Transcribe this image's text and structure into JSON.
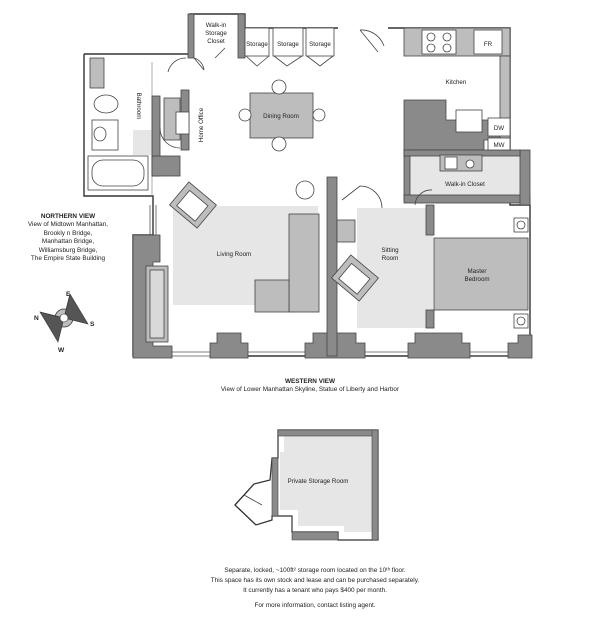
{
  "rooms": {
    "walk_in_storage_closet": [
      "Walk-in",
      "Storage",
      "Closet"
    ],
    "storage": "Storage",
    "fr": "FR",
    "kitchen": "Kitchen",
    "dw": "DW",
    "mw": "MW",
    "dining_room": "Dining Room",
    "bathroom": "Bathroom",
    "home_office": "Home Office",
    "walk_in_closet": "Walk-in Closet",
    "living_room": "Living Room",
    "sitting_room": [
      "Sitting",
      "Room"
    ],
    "master_bedroom": [
      "Master",
      "Bedroom"
    ],
    "private_storage_room": "Private Storage Room"
  },
  "compass": {
    "n": "N",
    "e": "E",
    "s": "S",
    "w": "W"
  },
  "northern_view": {
    "title": "NORTHERN VIEW",
    "lines": [
      "View of Midtown Manhattan,",
      "Brookly n Bridge,",
      "Manhattan Bridge,",
      "Williamsburg Bridge,",
      "The Empire State Building"
    ]
  },
  "western_view": {
    "title": "WESTERN VIEW",
    "line": "View of Lower Manhattan Skyline, Statue of Liberty and Harbor"
  },
  "notes": {
    "line1": "Separate, locked, ~100ft² storage room located on the 10ᵗʰ floor.",
    "line2": "This space has its own stock and lease and can be purchased separately.",
    "line3": "It currently has a tenant who pays $400 per month.",
    "line4": "For more information, contact listing agent."
  },
  "colors": {
    "wall": "#888888",
    "wall_stroke": "#444444",
    "floor": "#e6e6e6",
    "furniture": "#bdbdbd",
    "line": "#333333"
  }
}
